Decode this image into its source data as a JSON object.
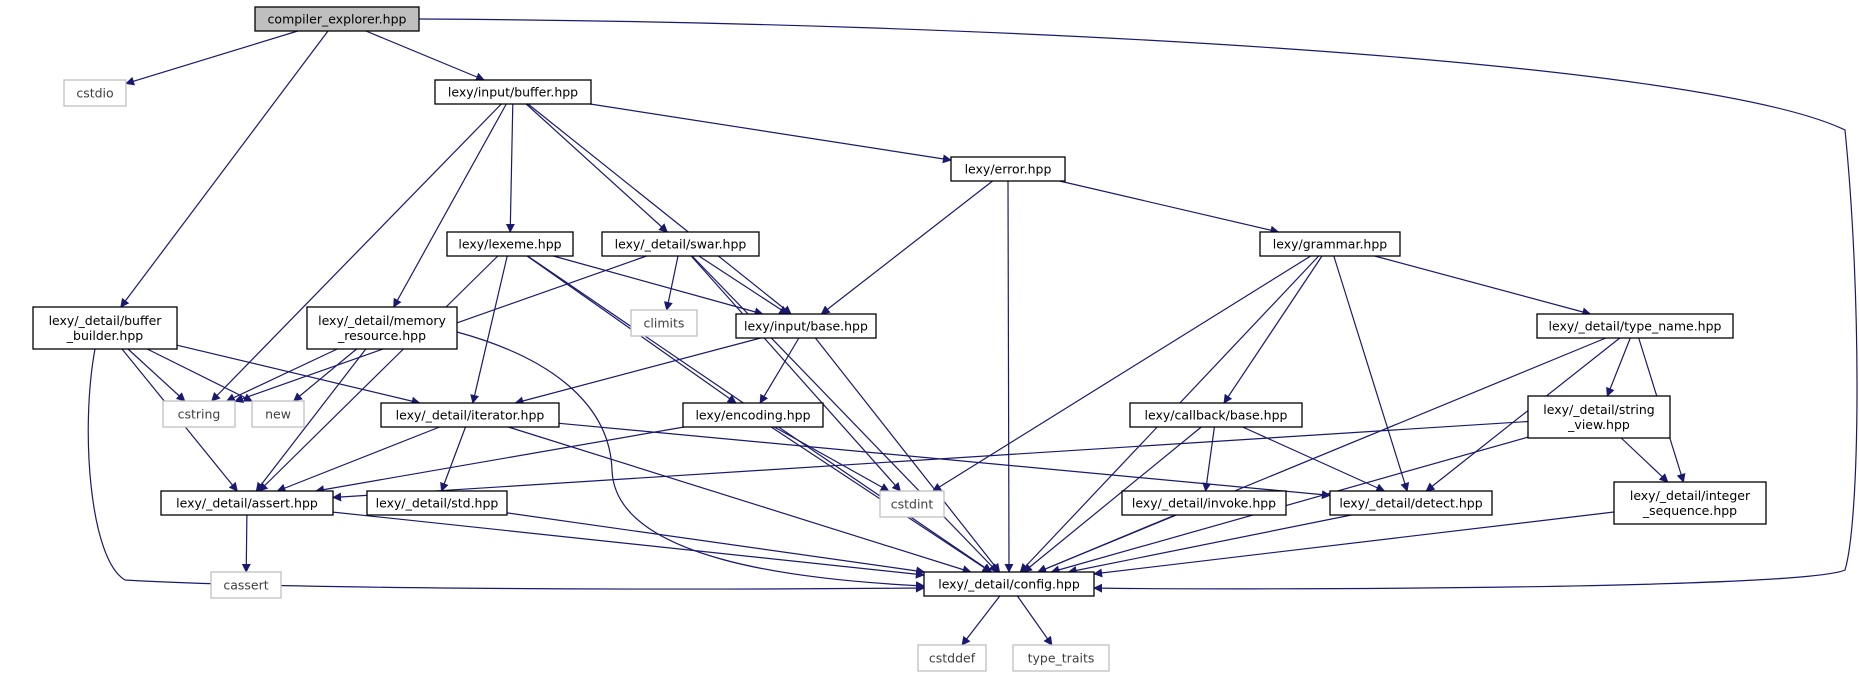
{
  "diagram": {
    "colors": {
      "edge": "#191970",
      "root_fill": "#bfbfbf",
      "external_border": "#bfbfbf",
      "external_text": "#3f3f3f"
    },
    "nodes": [
      {
        "id": "compiler_explorer",
        "label": [
          "compiler_explorer.hpp"
        ],
        "kind": "root"
      },
      {
        "id": "cstdio",
        "label": [
          "cstdio"
        ],
        "kind": "external"
      },
      {
        "id": "input_buffer",
        "label": [
          "lexy/input/buffer.hpp"
        ],
        "kind": "local"
      },
      {
        "id": "error",
        "label": [
          "lexy/error.hpp"
        ],
        "kind": "local"
      },
      {
        "id": "lexeme",
        "label": [
          "lexy/lexeme.hpp"
        ],
        "kind": "local"
      },
      {
        "id": "swar",
        "label": [
          "lexy/_detail/swar.hpp"
        ],
        "kind": "local"
      },
      {
        "id": "grammar",
        "label": [
          "lexy/grammar.hpp"
        ],
        "kind": "local"
      },
      {
        "id": "buffer_builder",
        "label": [
          "lexy/_detail/buffer",
          "_builder.hpp"
        ],
        "kind": "local"
      },
      {
        "id": "memory_resource",
        "label": [
          "lexy/_detail/memory",
          "_resource.hpp"
        ],
        "kind": "local"
      },
      {
        "id": "climits",
        "label": [
          "climits"
        ],
        "kind": "external"
      },
      {
        "id": "input_base",
        "label": [
          "lexy/input/base.hpp"
        ],
        "kind": "local"
      },
      {
        "id": "type_name",
        "label": [
          "lexy/_detail/type_name.hpp"
        ],
        "kind": "local"
      },
      {
        "id": "cstring",
        "label": [
          "cstring"
        ],
        "kind": "external"
      },
      {
        "id": "new",
        "label": [
          "new"
        ],
        "kind": "external"
      },
      {
        "id": "iterator",
        "label": [
          "lexy/_detail/iterator.hpp"
        ],
        "kind": "local"
      },
      {
        "id": "encoding",
        "label": [
          "lexy/encoding.hpp"
        ],
        "kind": "local"
      },
      {
        "id": "callback_base",
        "label": [
          "lexy/callback/base.hpp"
        ],
        "kind": "local"
      },
      {
        "id": "string_view",
        "label": [
          "lexy/_detail/string",
          "_view.hpp"
        ],
        "kind": "local"
      },
      {
        "id": "assert",
        "label": [
          "lexy/_detail/assert.hpp"
        ],
        "kind": "local"
      },
      {
        "id": "std",
        "label": [
          "lexy/_detail/std.hpp"
        ],
        "kind": "local"
      },
      {
        "id": "cstdint",
        "label": [
          "cstdint"
        ],
        "kind": "external"
      },
      {
        "id": "invoke",
        "label": [
          "lexy/_detail/invoke.hpp"
        ],
        "kind": "local"
      },
      {
        "id": "detect",
        "label": [
          "lexy/_detail/detect.hpp"
        ],
        "kind": "local"
      },
      {
        "id": "integer_sequence",
        "label": [
          "lexy/_detail/integer",
          "_sequence.hpp"
        ],
        "kind": "local"
      },
      {
        "id": "cassert",
        "label": [
          "cassert"
        ],
        "kind": "external"
      },
      {
        "id": "config",
        "label": [
          "lexy/_detail/config.hpp"
        ],
        "kind": "local"
      },
      {
        "id": "cstddef",
        "label": [
          "cstddef"
        ],
        "kind": "external"
      },
      {
        "id": "type_traits",
        "label": [
          "type_traits"
        ],
        "kind": "external"
      }
    ],
    "edges": [
      {
        "from": "compiler_explorer",
        "to": "cstdio"
      },
      {
        "from": "compiler_explorer",
        "to": "input_buffer"
      },
      {
        "from": "compiler_explorer",
        "to": "buffer_builder"
      },
      {
        "from": "compiler_explorer",
        "to": "config"
      },
      {
        "from": "input_buffer",
        "to": "error"
      },
      {
        "from": "input_buffer",
        "to": "lexeme"
      },
      {
        "from": "input_buffer",
        "to": "swar"
      },
      {
        "from": "input_buffer",
        "to": "memory_resource"
      },
      {
        "from": "input_buffer",
        "to": "input_base"
      },
      {
        "from": "input_buffer",
        "to": "cstring"
      },
      {
        "from": "error",
        "to": "grammar"
      },
      {
        "from": "error",
        "to": "input_base"
      },
      {
        "from": "error",
        "to": "config"
      },
      {
        "from": "lexeme",
        "to": "input_base"
      },
      {
        "from": "lexeme",
        "to": "encoding"
      },
      {
        "from": "lexeme",
        "to": "iterator"
      },
      {
        "from": "lexeme",
        "to": "assert"
      },
      {
        "from": "lexeme",
        "to": "config"
      },
      {
        "from": "swar",
        "to": "climits"
      },
      {
        "from": "swar",
        "to": "input_base"
      },
      {
        "from": "swar",
        "to": "cstring"
      },
      {
        "from": "swar",
        "to": "cstdint"
      },
      {
        "from": "swar",
        "to": "config"
      },
      {
        "from": "grammar",
        "to": "type_name"
      },
      {
        "from": "grammar",
        "to": "callback_base"
      },
      {
        "from": "grammar",
        "to": "detect"
      },
      {
        "from": "grammar",
        "to": "cstdint"
      },
      {
        "from": "grammar",
        "to": "config"
      },
      {
        "from": "buffer_builder",
        "to": "cstring"
      },
      {
        "from": "buffer_builder",
        "to": "new"
      },
      {
        "from": "buffer_builder",
        "to": "iterator"
      },
      {
        "from": "buffer_builder",
        "to": "assert"
      },
      {
        "from": "buffer_builder",
        "to": "config"
      },
      {
        "from": "memory_resource",
        "to": "cstring"
      },
      {
        "from": "memory_resource",
        "to": "new"
      },
      {
        "from": "memory_resource",
        "to": "assert"
      },
      {
        "from": "memory_resource",
        "to": "config"
      },
      {
        "from": "input_base",
        "to": "iterator"
      },
      {
        "from": "input_base",
        "to": "encoding"
      },
      {
        "from": "input_base",
        "to": "config"
      },
      {
        "from": "type_name",
        "to": "string_view"
      },
      {
        "from": "type_name",
        "to": "integer_sequence"
      },
      {
        "from": "type_name",
        "to": "detect"
      },
      {
        "from": "type_name",
        "to": "config"
      },
      {
        "from": "iterator",
        "to": "assert"
      },
      {
        "from": "iterator",
        "to": "std"
      },
      {
        "from": "iterator",
        "to": "detect"
      },
      {
        "from": "iterator",
        "to": "config"
      },
      {
        "from": "encoding",
        "to": "assert"
      },
      {
        "from": "encoding",
        "to": "cstdint"
      },
      {
        "from": "encoding",
        "to": "config"
      },
      {
        "from": "callback_base",
        "to": "invoke"
      },
      {
        "from": "callback_base",
        "to": "detect"
      },
      {
        "from": "callback_base",
        "to": "config"
      },
      {
        "from": "string_view",
        "to": "assert"
      },
      {
        "from": "string_view",
        "to": "integer_sequence"
      },
      {
        "from": "string_view",
        "to": "config"
      },
      {
        "from": "assert",
        "to": "cassert"
      },
      {
        "from": "assert",
        "to": "config"
      },
      {
        "from": "std",
        "to": "config"
      },
      {
        "from": "invoke",
        "to": "config"
      },
      {
        "from": "detect",
        "to": "config"
      },
      {
        "from": "integer_sequence",
        "to": "config"
      },
      {
        "from": "config",
        "to": "cstddef"
      },
      {
        "from": "config",
        "to": "type_traits"
      }
    ]
  }
}
